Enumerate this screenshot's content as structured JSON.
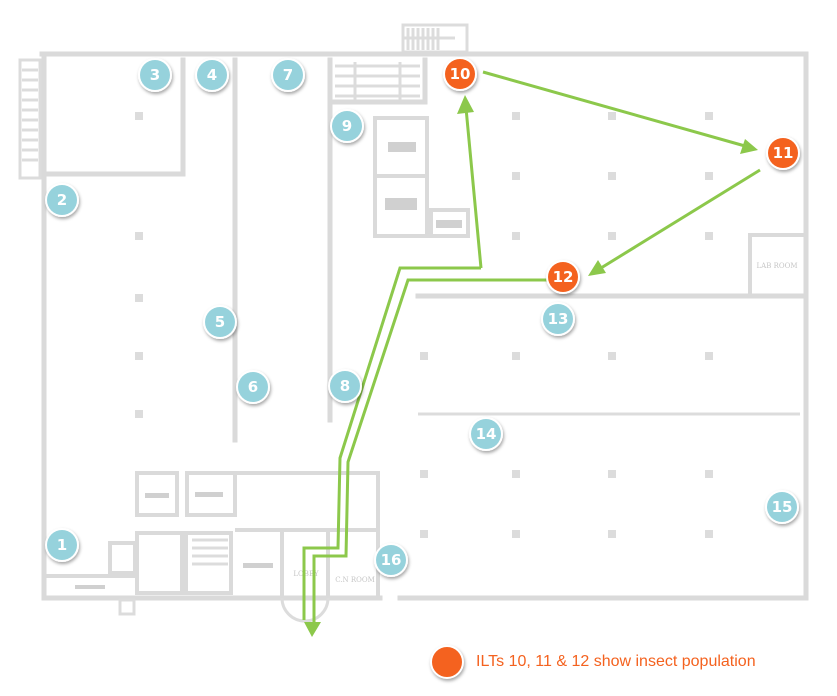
{
  "title": "Insect light trap floor plan",
  "markers": [
    {
      "label": "1",
      "status": "clear"
    },
    {
      "label": "2",
      "status": "clear"
    },
    {
      "label": "3",
      "status": "clear"
    },
    {
      "label": "4",
      "status": "clear"
    },
    {
      "label": "5",
      "status": "clear"
    },
    {
      "label": "6",
      "status": "clear"
    },
    {
      "label": "7",
      "status": "clear"
    },
    {
      "label": "8",
      "status": "clear"
    },
    {
      "label": "9",
      "status": "clear"
    },
    {
      "label": "10",
      "status": "insects"
    },
    {
      "label": "11",
      "status": "insects"
    },
    {
      "label": "12",
      "status": "insects"
    },
    {
      "label": "13",
      "status": "clear"
    },
    {
      "label": "14",
      "status": "clear"
    },
    {
      "label": "15",
      "status": "clear"
    },
    {
      "label": "16",
      "status": "clear"
    }
  ],
  "rooms": {
    "lab_room": "LAB ROOM",
    "lobby": "LOBBY",
    "cn_room": "C.N ROOM"
  },
  "legend": {
    "text": "ILTs 10, 11 & 12 show insect population"
  },
  "colors": {
    "clear": "#96d2dc",
    "insects": "#f4621f",
    "path": "#8cc84b",
    "walls": "#dadada"
  }
}
